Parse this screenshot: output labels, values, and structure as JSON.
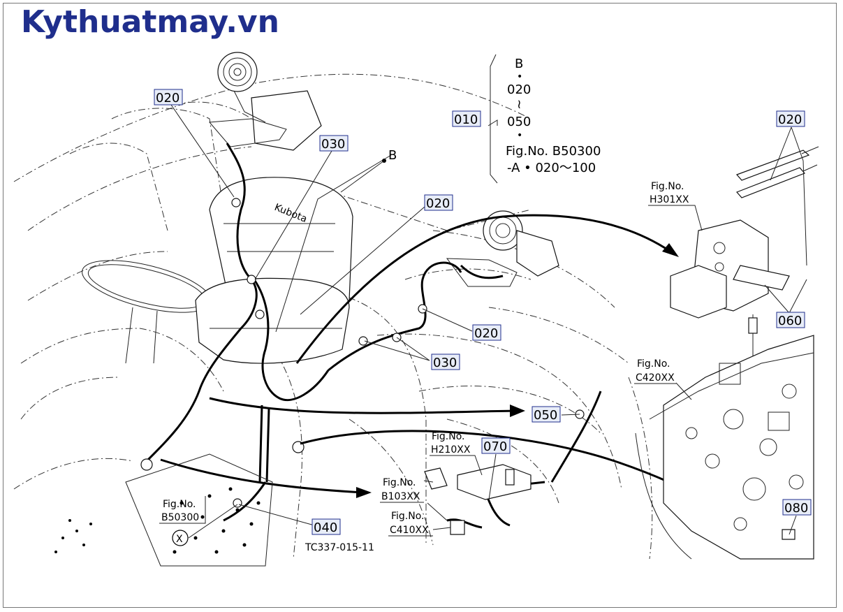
{
  "watermark": "Kythuatmay.vn",
  "callouts": {
    "c020_seat": "020",
    "c030_seat": "030",
    "c020_fender": "020",
    "c020_mid": "020",
    "c030_mid": "030",
    "c010": "010",
    "c020_right": "020",
    "c060": "060",
    "c050": "050",
    "c070": "070",
    "c040": "040",
    "c080": "080"
  },
  "point_b": "B",
  "assembly_note": {
    "line1": "B",
    "line2": "•",
    "line3": "020",
    "line4": "≀",
    "line5": "050",
    "line6": "•",
    "line7": "Fig.No. B50300",
    "line8": "-A • 020～100"
  },
  "fig_refs": {
    "h301_label": "Fig.No.",
    "h301_code": "H301XX",
    "c420_label": "Fig.No.",
    "c420_code": "C420XX",
    "h210_label": "Fig.No.",
    "h210_code": "H210XX",
    "b103_label": "Fig.No.",
    "b103_code": "B103XX",
    "c410_label": "Fig.No.",
    "c410_code": "C410XX",
    "b503_label": "Fig.No.",
    "b503_code": "B50300"
  },
  "marker_x": "X",
  "drawing_code": "TC337-015-11",
  "seat_brand": "Kubota"
}
